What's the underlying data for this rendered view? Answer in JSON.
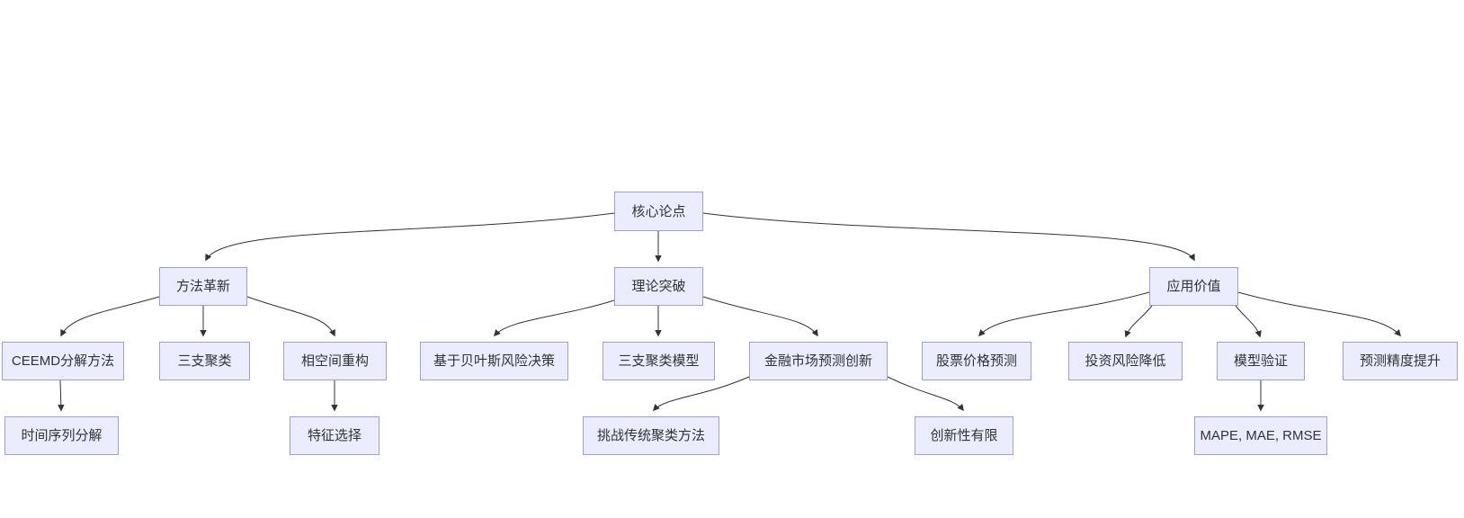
{
  "diagram": {
    "type": "flowchart-top-down",
    "background_color": "#ffffff",
    "node_fill_color": "#ececff",
    "node_border_color": "#9f9fd8",
    "text_color": "#333333",
    "edge_color": "#333333",
    "nodes": [
      {
        "id": "core-thesis",
        "label": "核心论点"
      },
      {
        "id": "method-innovation",
        "label": "方法革新"
      },
      {
        "id": "theory-breakthrough",
        "label": "理论突破"
      },
      {
        "id": "application-value",
        "label": "应用价值"
      },
      {
        "id": "ceemd-decomposition",
        "label": "CEEMD分解方法"
      },
      {
        "id": "three-way-clustering",
        "label": "三支聚类"
      },
      {
        "id": "phase-space-reconstruction",
        "label": "相空间重构"
      },
      {
        "id": "bayesian-risk-decision",
        "label": "基于贝叶斯风险决策"
      },
      {
        "id": "three-way-clustering-model",
        "label": "三支聚类模型"
      },
      {
        "id": "financial-market-forecast-innovation",
        "label": "金融市场预测创新"
      },
      {
        "id": "stock-price-prediction",
        "label": "股票价格预测"
      },
      {
        "id": "investment-risk-reduction",
        "label": "投资风险降低"
      },
      {
        "id": "model-validation",
        "label": "模型验证"
      },
      {
        "id": "forecast-accuracy-improvement",
        "label": "预测精度提升"
      },
      {
        "id": "time-series-decomposition",
        "label": "时间序列分解"
      },
      {
        "id": "feature-selection",
        "label": "特征选择"
      },
      {
        "id": "challenge-traditional-clustering",
        "label": "挑战传统聚类方法"
      },
      {
        "id": "limited-novelty",
        "label": "创新性有限"
      },
      {
        "id": "error-metrics",
        "label": "MAPE, MAE, RMSE"
      }
    ],
    "edges": [
      {
        "from": "核心论点",
        "to": "方法革新"
      },
      {
        "from": "核心论点",
        "to": "理论突破"
      },
      {
        "from": "核心论点",
        "to": "应用价值"
      },
      {
        "from": "方法革新",
        "to": "CEEMD分解方法"
      },
      {
        "from": "方法革新",
        "to": "三支聚类"
      },
      {
        "from": "方法革新",
        "to": "相空间重构"
      },
      {
        "from": "CEEMD分解方法",
        "to": "时间序列分解"
      },
      {
        "from": "相空间重构",
        "to": "特征选择"
      },
      {
        "from": "理论突破",
        "to": "基于贝叶斯风险决策"
      },
      {
        "from": "理论突破",
        "to": "三支聚类模型"
      },
      {
        "from": "理论突破",
        "to": "金融市场预测创新"
      },
      {
        "from": "金融市场预测创新",
        "to": "挑战传统聚类方法"
      },
      {
        "from": "金融市场预测创新",
        "to": "创新性有限"
      },
      {
        "from": "应用价值",
        "to": "股票价格预测"
      },
      {
        "from": "应用价值",
        "to": "投资风险降低"
      },
      {
        "from": "应用价值",
        "to": "模型验证"
      },
      {
        "from": "应用价值",
        "to": "预测精度提升"
      },
      {
        "from": "模型验证",
        "to": "MAPE, MAE, RMSE"
      }
    ]
  }
}
